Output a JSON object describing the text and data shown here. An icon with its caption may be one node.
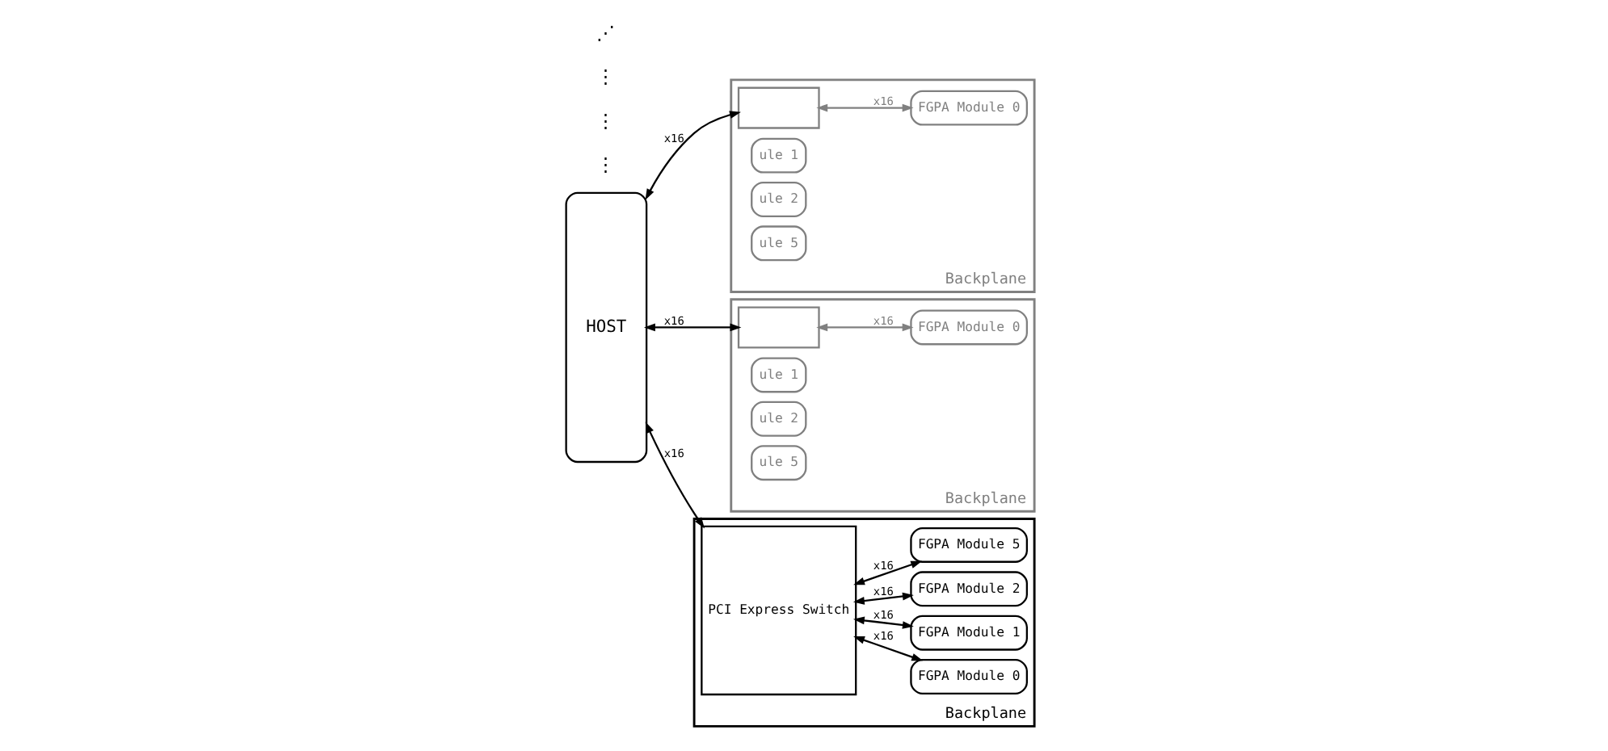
{
  "diagram": {
    "nodes": [
      {
        "text": [
          "HOST"
        ]
      },
      {
        "text": [
          "Backplane"
        ]
      },
      {
        "text": [],
        "shape": "box",
        "in": 1
      },
      {
        "text": [
          "FGPA Module 0"
        ],
        "in": 1
      },
      {
        "text": [
          "ule 1"
        ],
        "in": 1
      },
      {
        "text": [
          "ule 2"
        ],
        "in": 1
      },
      {
        "text": [
          "ule 5"
        ],
        "in": 1
      },
      {
        "text": [
          "Backplane"
        ]
      },
      {
        "text": [],
        "shape": "box",
        "in": 7
      },
      {
        "text": [
          "FGPA Module 0"
        ],
        "in": 7
      },
      {
        "text": [
          "ule 1"
        ],
        "in": 7
      },
      {
        "text": [
          "ule 2"
        ],
        "in": 7
      },
      {
        "text": [
          "ule 5"
        ],
        "in": 7
      },
      {
        "text": [
          "Backplane"
        ]
      },
      {
        "text": [
          "PCI Express Switch"
        ],
        "in": 13
      },
      {
        "text": [
          "FGPA Module 0"
        ],
        "in": 13
      },
      {
        "text": [
          "FGPA Module 1"
        ],
        "in": 13
      },
      {
        "text": [
          "FGPA Module 2"
        ],
        "in": 13
      },
      {
        "text": [
          "FGPA Module 5"
        ],
        "in": 13
      }
    ],
    "edges": [
      {
        "from": 0,
        "to": 2,
        "arrow": "both",
        "label": "x16"
      },
      {
        "from": 2,
        "to": 3,
        "arrow": "both",
        "label": "x16",
        "color": "#808080"
      },
      {
        "from": 0,
        "to": 8,
        "arrow": "both",
        "label": "x16"
      },
      {
        "from": 8,
        "to": 9,
        "arrow": "both",
        "label": "x16",
        "color": "#808080"
      },
      {
        "from": 0,
        "to": 14,
        "arrow": "both",
        "label": "x16"
      },
      {
        "from": 14,
        "to": 15,
        "arrow": "both",
        "label": "x16"
      },
      {
        "from": 14,
        "to": 16,
        "arrow": "both",
        "label": "x16"
      },
      {
        "from": 14,
        "to": 17,
        "arrow": "both",
        "label": "x16"
      },
      {
        "from": 14,
        "to": 18,
        "arrow": "both",
        "label": "x16"
      }
    ],
    "labels": [
      "⋮",
      "⋮",
      "⋮",
      "⋰"
    ]
  }
}
